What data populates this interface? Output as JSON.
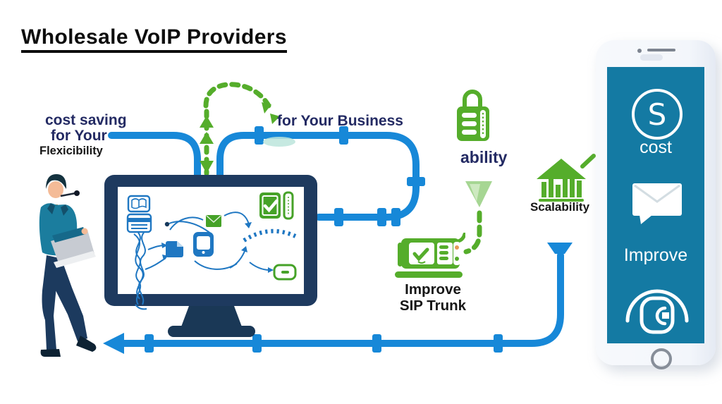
{
  "title": "Wholesale VoIP Providers",
  "labels": {
    "cost_saving_line1": "cost saving",
    "cost_saving_line2": "for Your",
    "cost_saving_line3": "Flexicibility",
    "business": "for Your Business",
    "ability": "ability",
    "scalability": "Scalability",
    "sip_line1": "Improve",
    "sip_line2": "SIP Trunk"
  },
  "phone": {
    "currency_symbol": "S",
    "cost_label": "cost",
    "improve_label": "Improve"
  },
  "icons": {
    "shopping_bag": "checklist-shopping-bag-icon",
    "growth_bank": "growth-bars-building-icon",
    "sip_device": "sip-trunk-device-check-icon",
    "green_funnel": "funnel-icon",
    "blue_funnel": "funnel-icon",
    "currency_circle": "currency-circle-icon",
    "message_bubble": "envelope-message-icon",
    "support_headset": "support-refresh-icon",
    "monitor_flowchart": "voip-flowchart-monitor",
    "businessman": "call-agent-with-laptop-and-headset"
  },
  "colors": {
    "line_blue": "#1788d8",
    "monitor_navy": "#1e3a5f",
    "green": "#55ad2b",
    "flow_blue": "#1f77c2",
    "label_navy": "#232a63",
    "text_black": "#161616",
    "phone_screen": "#147aa3",
    "phone_frame": "#f3f6fb"
  }
}
